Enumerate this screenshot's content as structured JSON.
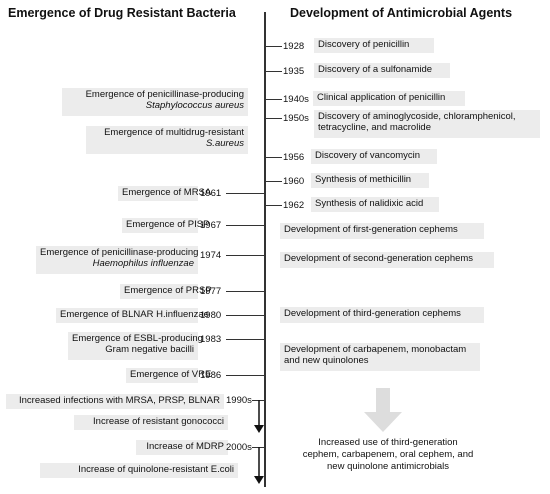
{
  "headers": {
    "left": "Emergence of Drug Resistant Bacteria",
    "right": "Development of Antimicrobial Agents"
  },
  "right_events": [
    {
      "year": "1928",
      "text": "Discovery of penicillin"
    },
    {
      "year": "1935",
      "text": "Discovery of a sulfonamide"
    },
    {
      "year": "1940s",
      "text": "Clinical application of penicillin"
    },
    {
      "year": "1950s",
      "text": "Discovery of aminoglycoside, chloramphenicol,",
      "text2": "tetracycline, and macrolide"
    },
    {
      "year": "1956",
      "text": "Discovery of vancomycin"
    },
    {
      "year": "1960",
      "text": "Synthesis of methicillin"
    },
    {
      "year": "1962",
      "text": "Synthesis of nalidixic acid"
    },
    {
      "text": "Development of first-generation cephems"
    },
    {
      "text": "Development of second-generation cephems"
    },
    {
      "text": "Development of third-generation cephems"
    },
    {
      "text": "Development of carbapenem, monobactam",
      "text2": "and new quinolones"
    }
  ],
  "left_events": [
    {
      "text": "Emergence of penicillinase-producing",
      "text2": "Staphylococcus aureus"
    },
    {
      "text": "Emergence of multidrug-resistant",
      "text2": "S.aureus"
    },
    {
      "year": "1961",
      "text": "Emergence of MRSA"
    },
    {
      "year": "1967",
      "text": "Emergence of PISP"
    },
    {
      "year": "1974",
      "text": "Emergence of penicillinase-producing",
      "text2": "Haemophilus influenzae"
    },
    {
      "year": "1977",
      "text": "Emergence of PRSP"
    },
    {
      "year": "1980",
      "text": "Emergence of BLNAR H.influenzae"
    },
    {
      "year": "1983",
      "text": "Emergence of ESBL-producing",
      "text2": "Gram negative bacilli"
    },
    {
      "year": "1986",
      "text": "Emergence of VRE"
    },
    {
      "year": "1990s",
      "text": "Increased infections with MRSA, PRSP, BLNAR"
    },
    {
      "text": "Increase of resistant gonococci"
    },
    {
      "year": "2000s",
      "text": "Increase of MDRP"
    },
    {
      "text": "Increase of quinolone-resistant E.coli"
    }
  ],
  "bottom_note": {
    "line1": "Increased use of third-generation",
    "line2": "cephem, carbapenem, oral cephem, and",
    "line3": "new quinolone antimicrobials"
  },
  "colors": {
    "box": "#ececec",
    "axis": "#333333",
    "arrow": "#dddddd"
  }
}
